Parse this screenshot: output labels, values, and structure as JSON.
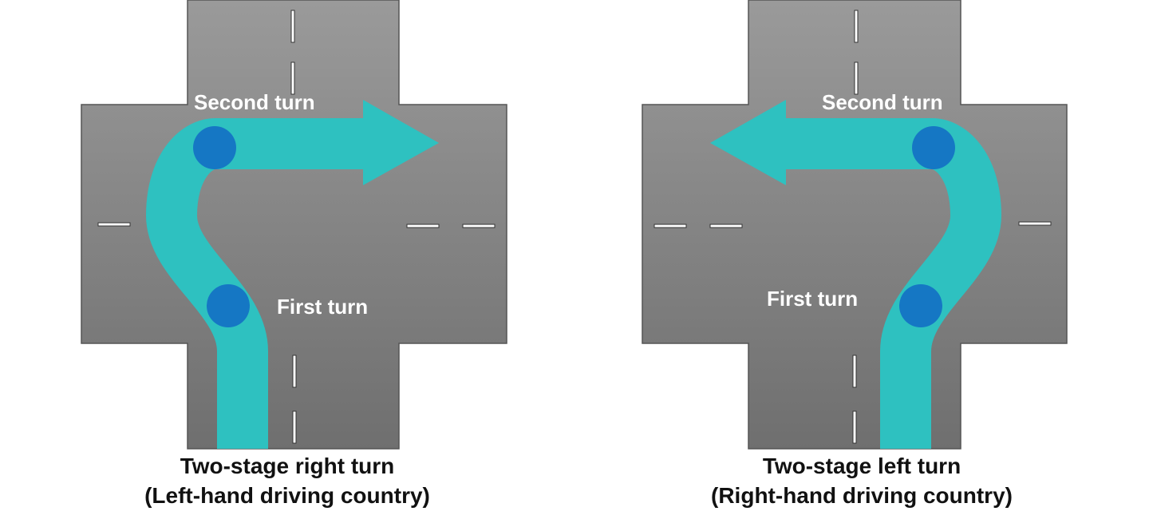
{
  "colors": {
    "road_top": "#9a9a9a",
    "road_bottom": "#6f6f6f",
    "road_border": "#555555",
    "path": "#2ec1c0",
    "stop_marker": "#1577c4",
    "lane_mark": "#ffffff",
    "label": "#ffffff",
    "caption": "#111111"
  },
  "left_panel": {
    "second_turn_label": "Second turn",
    "first_turn_label": "First turn",
    "caption_line1": "Two-stage right turn",
    "caption_line2": "(Left-hand driving country)"
  },
  "right_panel": {
    "second_turn_label": "Second turn",
    "first_turn_label": "First turn",
    "caption_line1": "Two-stage left turn",
    "caption_line2": "(Right-hand driving country)"
  }
}
